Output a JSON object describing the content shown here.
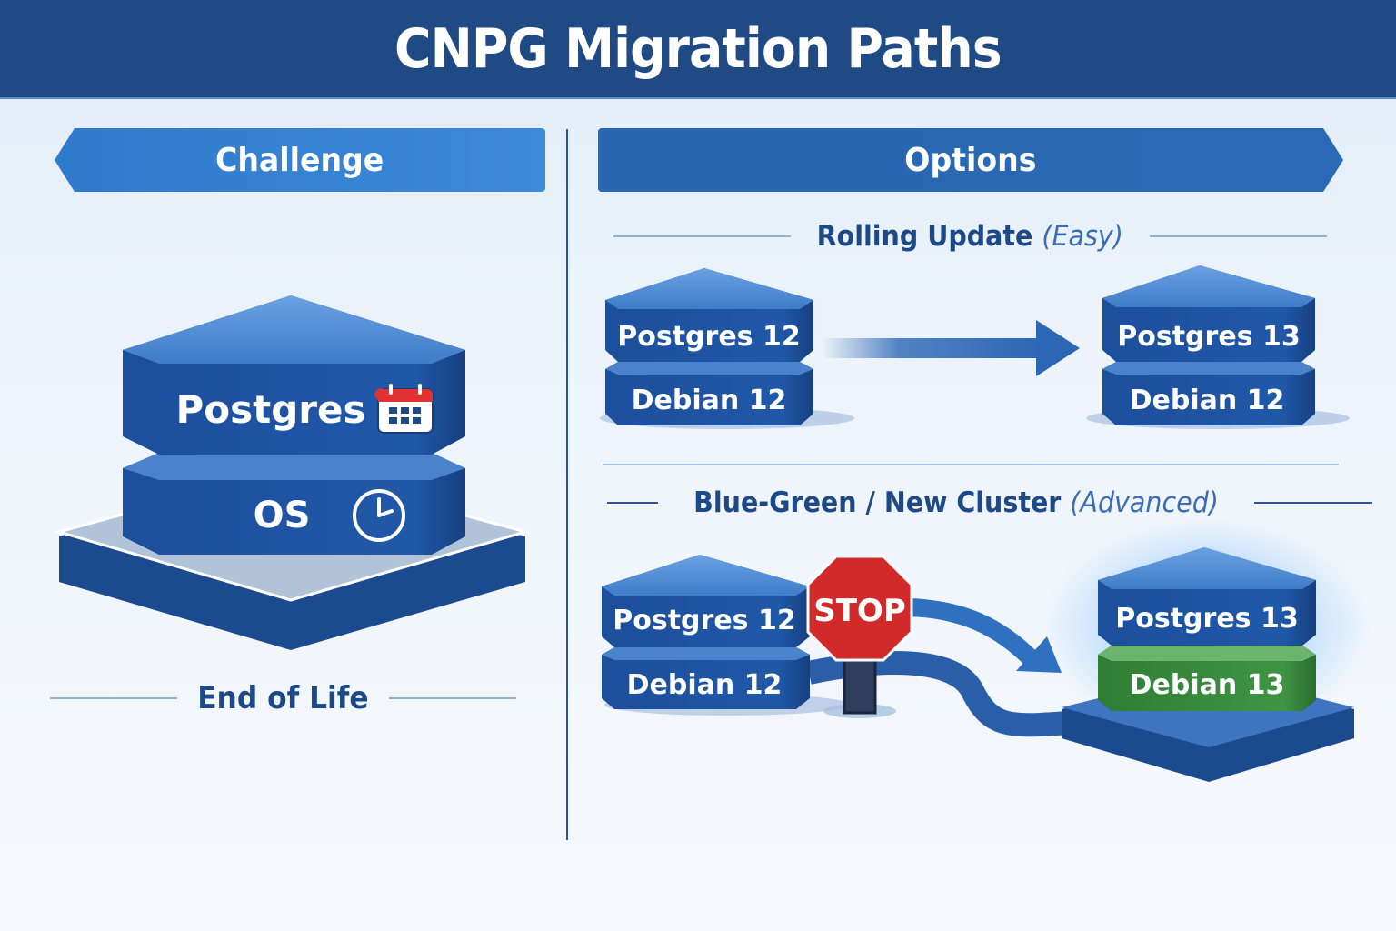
{
  "title": "CNPG Migration Paths",
  "left_panel": {
    "banner": "Challenge",
    "stack": {
      "top_layer": "Postgres",
      "top_icon": "calendar-icon",
      "bottom_layer": "OS",
      "bottom_icon": "clock-icon"
    },
    "caption": "End of Life"
  },
  "right_panel": {
    "banner": "Options",
    "rolling_update": {
      "title": "Rolling Update",
      "difficulty": "(Easy)",
      "source": {
        "top": "Postgres 12",
        "bottom": "Debian 12"
      },
      "target": {
        "top": "Postgres 13",
        "bottom": "Debian 12"
      }
    },
    "blue_green": {
      "title": "Blue-Green / New Cluster",
      "difficulty": "(Advanced)",
      "source": {
        "top": "Postgres 12",
        "bottom": "Debian 12"
      },
      "stop_sign": "STOP",
      "target": {
        "top": "Postgres 13",
        "bottom": "Debian 13"
      }
    }
  },
  "colors": {
    "title_bar": "#1f4a84",
    "block_blue": "#1f56a6",
    "block_top": "#4f88d4",
    "green_block": "#3b8a3e",
    "stop_red": "#d22a2a",
    "text_dark": "#1d4a87"
  }
}
